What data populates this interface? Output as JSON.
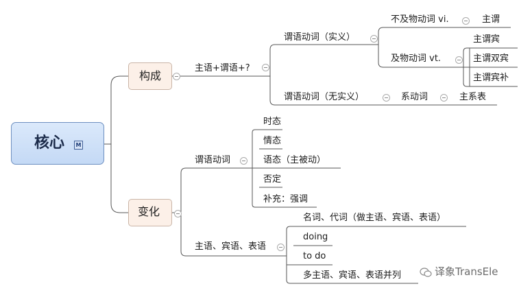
{
  "root": {
    "label": "核心",
    "marker": "M"
  },
  "branches": {
    "composition": {
      "label": "构成",
      "formula": "主语+谓语+?",
      "notional": {
        "label": "谓语动词（实义）",
        "intransitive": {
          "label": "不及物动词 vi.",
          "pattern": "主谓"
        },
        "transitive": {
          "label": "及物动词 vt.",
          "patterns": [
            "主谓宾",
            "主谓双宾",
            "主谓宾补"
          ]
        }
      },
      "linking": {
        "label": "谓语动词（无实义）",
        "verb": "系动词",
        "pattern": "主系表"
      }
    },
    "variation": {
      "label": "变化",
      "predicate": {
        "label": "谓语动词",
        "items": [
          "时态",
          "情态",
          "语态（主被动）",
          "否定",
          "补充：强调"
        ]
      },
      "sso": {
        "label": "主语、宾语、表语",
        "items": [
          "名词、代词（做主语、宾语、表语）",
          "doing",
          "to do",
          "多主语、宾语、表语并列"
        ]
      }
    }
  },
  "watermark": {
    "text": "译象TransEle"
  },
  "colors": {
    "line": "#555555",
    "toggle": "#aaaaaa",
    "root_fill": "#c9dcf6",
    "main_fill": "#fcf0e8"
  }
}
